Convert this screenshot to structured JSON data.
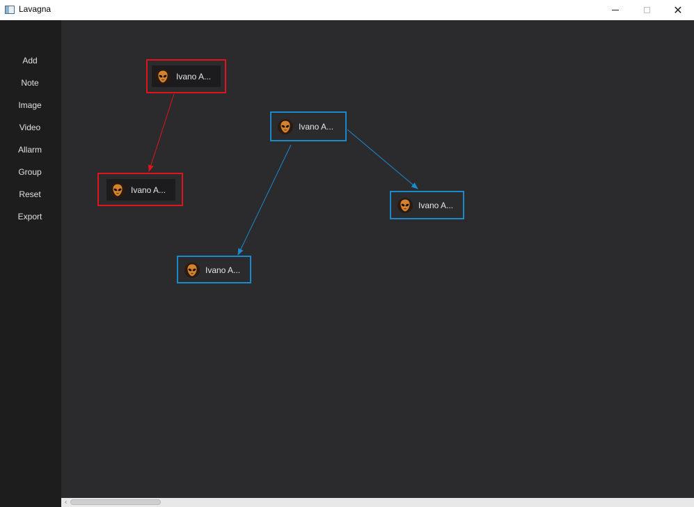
{
  "window": {
    "title": "Lavagna",
    "icon": "app-window-icon",
    "controls": {
      "minimize": "minimize-icon",
      "maximize": "maximize-icon",
      "close": "close-icon",
      "close_glyph": "✕"
    }
  },
  "sidebar": {
    "items": [
      {
        "label": "Add"
      },
      {
        "label": "Note"
      },
      {
        "label": "Image"
      },
      {
        "label": "Video"
      },
      {
        "label": "Allarm"
      },
      {
        "label": "Group"
      },
      {
        "label": "Reset"
      },
      {
        "label": "Export"
      }
    ]
  },
  "nodes": [
    {
      "label": "Ivano A...",
      "color": "#e0141c",
      "icon": "alien-avatar-icon"
    },
    {
      "label": "Ivano A...",
      "color": "#e0141c",
      "icon": "alien-avatar-icon"
    },
    {
      "label": "Ivano A...",
      "color": "#1a8acd",
      "icon": "alien-avatar-icon"
    },
    {
      "label": "Ivano A...",
      "color": "#1a8acd",
      "icon": "alien-avatar-icon"
    },
    {
      "label": "Ivano A...",
      "color": "#1a8acd",
      "icon": "alien-avatar-icon"
    }
  ],
  "colors": {
    "red": "#e0141c",
    "blue": "#1a8acd",
    "canvas": "#2b2b2e",
    "sidebar": "#1d1d1d"
  },
  "scrollbar": {
    "left_arrow": "‹"
  }
}
